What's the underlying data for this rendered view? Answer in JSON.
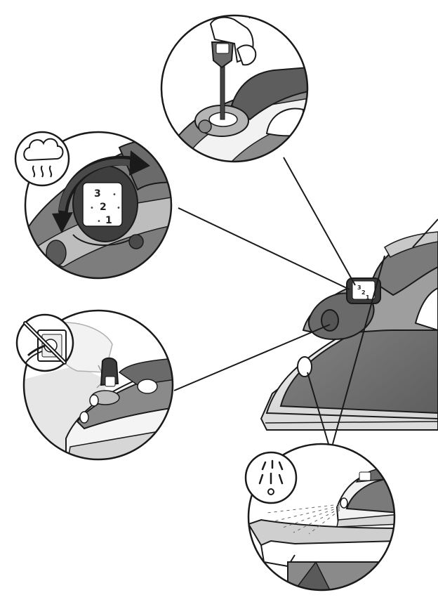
{
  "dial": {
    "labels": [
      "3",
      "2",
      "1"
    ],
    "separator": "•"
  },
  "colors": {
    "outline": "#1a1a1a",
    "body_dark": "#6f6f6f",
    "body_mid": "#9a9a9a",
    "body_light": "#c4c4c4",
    "shell_white": "#f2f2f2",
    "soleplate": "#d9d9d9",
    "leader_line": "#1a1a1a"
  },
  "callouts": [
    {
      "name": "steam-control-callout",
      "icon": "steam-cloud-icon"
    },
    {
      "name": "fill-water-callout",
      "icon": "no-plug-icon"
    },
    {
      "name": "anti-scale-valve-callout",
      "icon": "hand-pin-icon"
    },
    {
      "name": "spray-callout",
      "icon": "spray-drops-icon"
    }
  ]
}
